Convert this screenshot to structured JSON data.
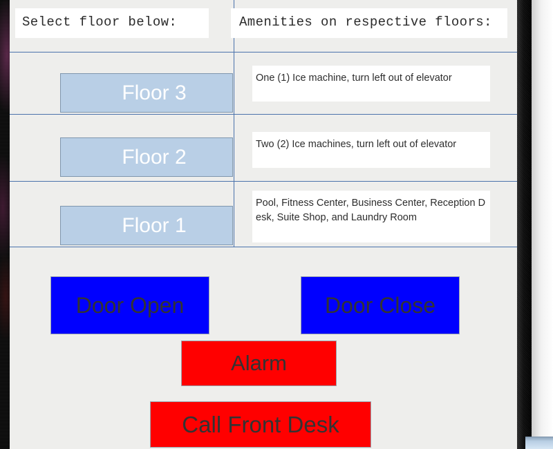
{
  "panel": {
    "header": {
      "select_label": "Select floor below:",
      "amenities_label": "Amenities on respective floors:"
    },
    "floors": [
      {
        "button_label": "Floor 3",
        "amenities": "One (1) Ice machine, turn left out of elevator"
      },
      {
        "button_label": "Floor 2",
        "amenities": "Two (2) Ice machines, turn left out of elevator"
      },
      {
        "button_label": "Floor 1",
        "amenities": "Pool, Fitness Center, Business Center, Reception Desk, Suite Shop, and Laundry Room"
      }
    ],
    "controls": {
      "door_open": "Door Open",
      "door_close": "Door Close",
      "alarm": "Alarm",
      "call_front_desk": "Call Front Desk"
    },
    "colors": {
      "floor_button": "#b9cfe6",
      "door_button": "#0000ff",
      "emergency_button": "#ff0000",
      "grid_line": "#4a72ab",
      "canvas": "#eeeeec"
    }
  }
}
